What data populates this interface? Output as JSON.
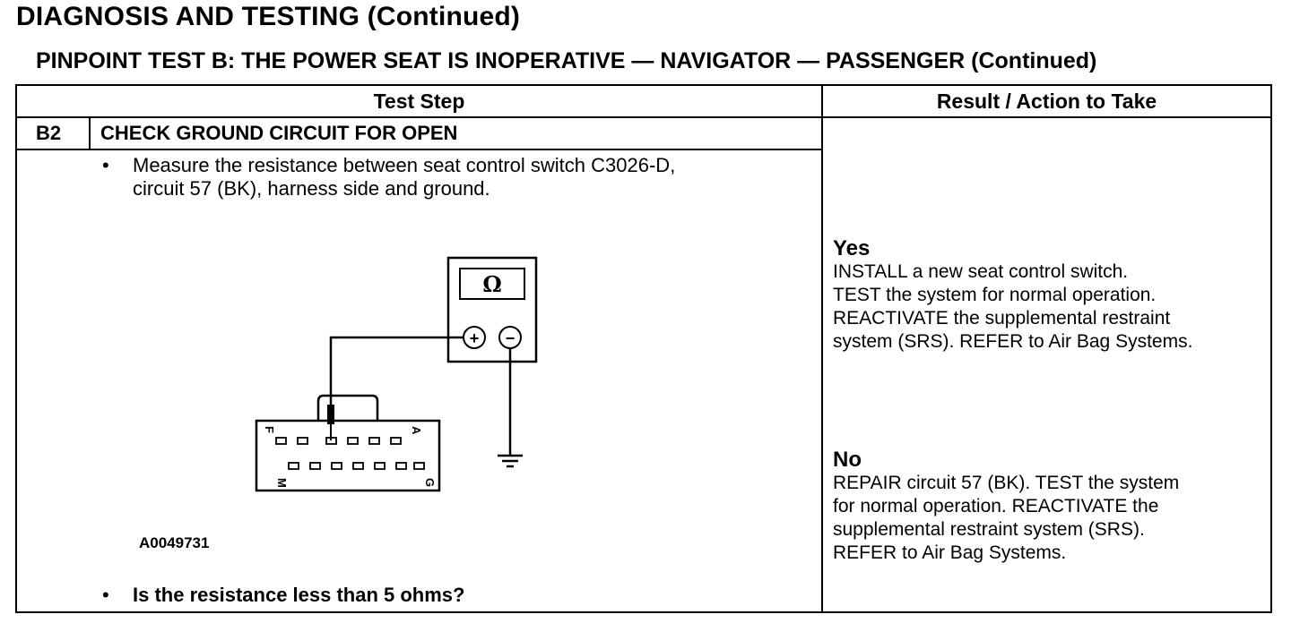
{
  "page": {
    "title": "DIAGNOSIS AND TESTING (Continued)",
    "subtitle": "PINPOINT TEST B: THE POWER SEAT IS INOPERATIVE — NAVIGATOR — PASSENGER (Continued)"
  },
  "table": {
    "col_test_step": "Test Step",
    "col_result": "Result / Action to Take",
    "step_id": "B2",
    "step_title": "CHECK GROUND CIRCUIT FOR OPEN",
    "bullet": "•",
    "instruction_line1": "Measure the resistance between seat control switch C3026-D,",
    "instruction_line2": "circuit 57 (BK), harness side and ground.",
    "question": "Is the resistance less than 5 ohms?",
    "figure_id": "A0049731"
  },
  "diagram": {
    "meter_symbol": "Ω",
    "plus_symbol": "+",
    "minus_symbol": "−",
    "pin_label_f": "F",
    "pin_label_a": "A",
    "pin_label_m": "M",
    "pin_label_g": "G"
  },
  "results": {
    "yes_label": "Yes",
    "yes_line1": "INSTALL a new seat control switch.",
    "yes_line2": "TEST the system for normal operation.",
    "yes_line3": "REACTIVATE the supplemental restraint",
    "yes_line4": "system (SRS). REFER to Air Bag Systems.",
    "no_label": "No",
    "no_line1": "REPAIR circuit 57 (BK). TEST the system",
    "no_line2": "for normal operation. REACTIVATE the",
    "no_line3": "supplemental restraint system (SRS).",
    "no_line4": "REFER to Air Bag Systems."
  }
}
